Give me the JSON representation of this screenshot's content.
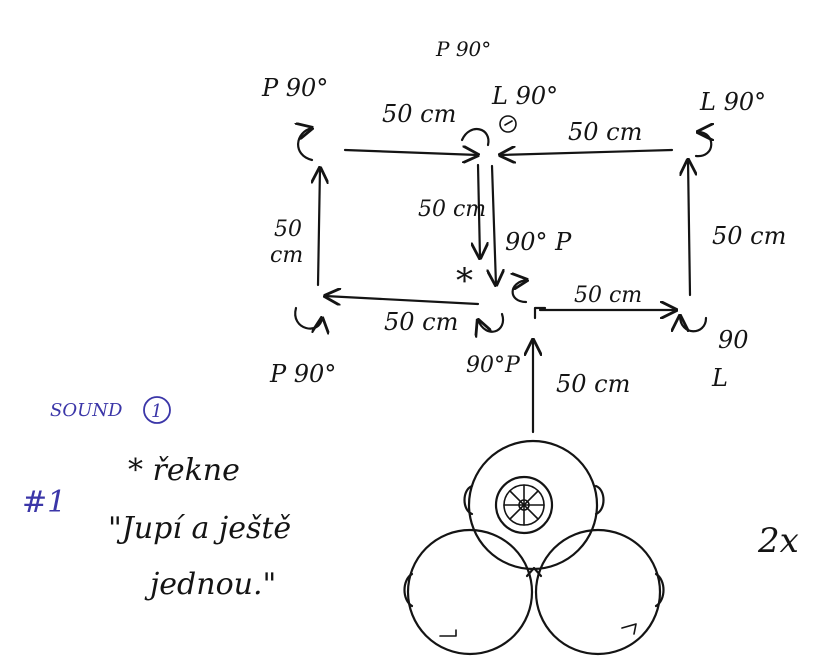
{
  "labels": {
    "top_p90": "P 90°",
    "topleft_p90": "P 90°",
    "top_l90": "L 90°",
    "topright_l90": "L 90°",
    "mid_90p": "90° P",
    "bottomleft_p90": "P 90°",
    "bottom_90p": "90°P",
    "bottomright_l90": "90",
    "bottomright_l": "L",
    "seg_top_left": "50 cm",
    "seg_top_right": "50 cm",
    "seg_left_side": "50",
    "seg_left_side_unit": "cm",
    "seg_center_down": "50 cm",
    "seg_right_side": "50 cm",
    "seg_bottom_left": "50 cm",
    "seg_bottom_right": "50 cm",
    "seg_entry": "50 cm",
    "asterisk": "*"
  },
  "notes": {
    "sound": "SOUND",
    "sound_number": "1",
    "index": "#1",
    "line1": "* řekne",
    "line2": "\"Jupí a ještě",
    "line3": "jednou.\"",
    "repeat": "2x"
  },
  "colors": {
    "ink": "#141414",
    "blue_pen": "#3b36a8"
  }
}
